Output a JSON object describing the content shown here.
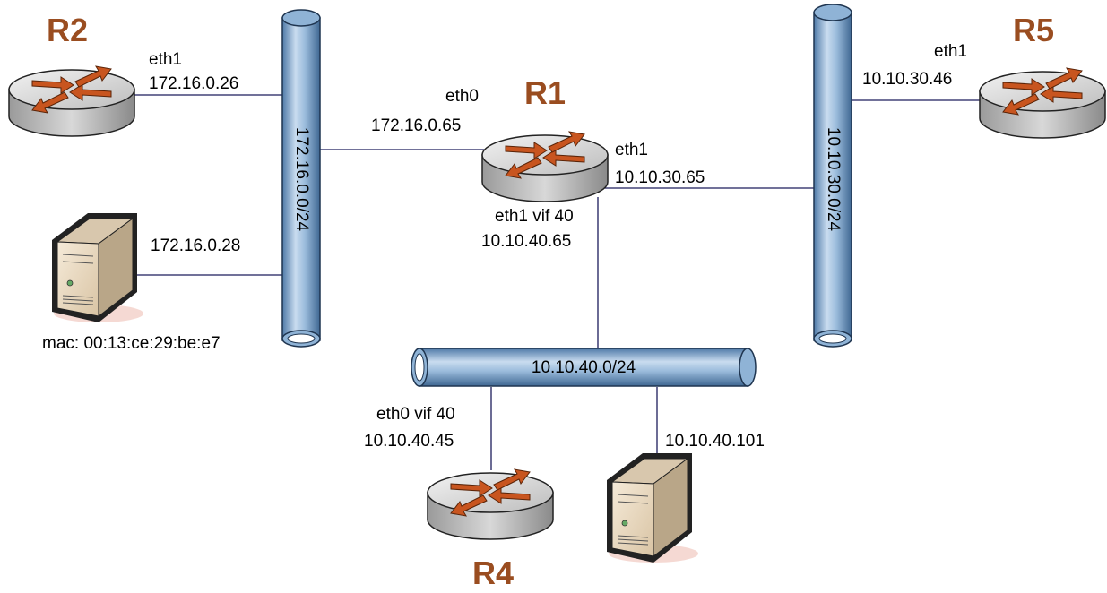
{
  "routers": {
    "r1": {
      "name": "R1"
    },
    "r2": {
      "name": "R2"
    },
    "r4": {
      "name": "R4"
    },
    "r5": {
      "name": "R5"
    }
  },
  "networks": {
    "net_172": "172.16.0.0/24",
    "net_10_30": "10.10.30.0/24",
    "net_10_40": "10.10.40.0/24"
  },
  "labels": {
    "r2_eth1_name": "eth1",
    "r2_eth1_ip": "172.16.0.26",
    "r1_eth0_name": "eth0",
    "r1_eth0_ip": "172.16.0.65",
    "r1_eth1_name": "eth1",
    "r1_eth1_ip": "10.10.30.65",
    "r1_vif_name": "eth1 vif 40",
    "r1_vif_ip": "10.10.40.65",
    "r5_eth1_name": "eth1",
    "r5_eth1_ip": "10.10.30.46",
    "host1_ip": "172.16.0.28",
    "host1_mac": "mac: 00:13:ce:29:be:e7",
    "r4_vif_name": "eth0 vif 40",
    "r4_vif_ip": "10.10.40.45",
    "host2_ip": "10.10.40.101"
  },
  "colors": {
    "router_label": "#9a4d20",
    "pipe": "#8fb3d6",
    "router_body": "#c8c8c8",
    "arrow": "#c8551f",
    "server": "#ead9c0"
  },
  "icons": {
    "router": "router-icon",
    "server": "server-icon",
    "network_segment": "network-pipe-icon"
  }
}
